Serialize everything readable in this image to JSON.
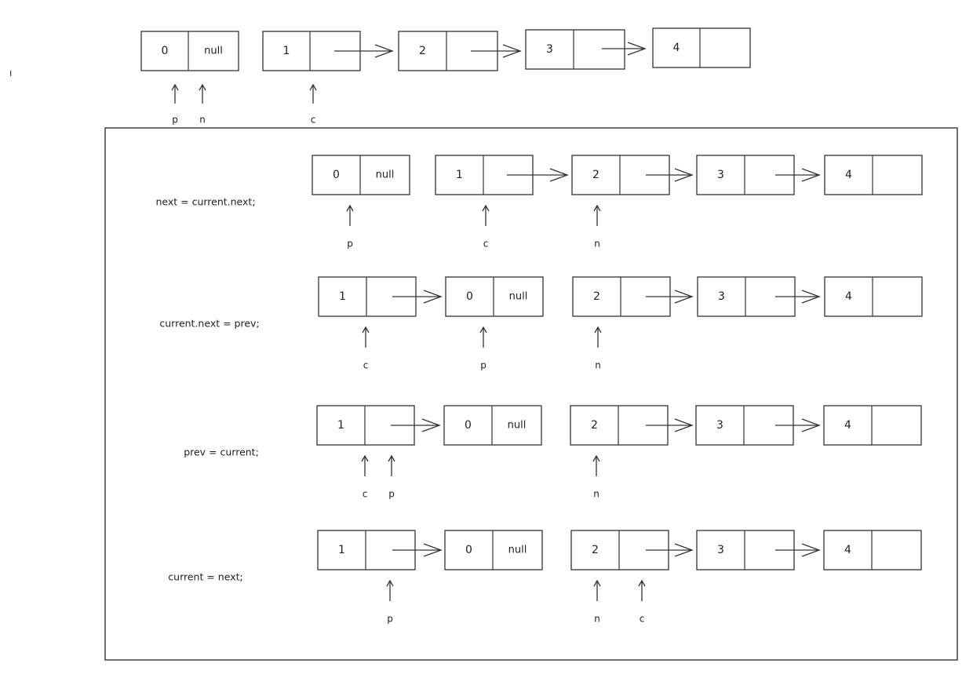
{
  "stray_mark": "ı",
  "initial": {
    "nodes": [
      {
        "value": "0",
        "next": "null"
      },
      {
        "value": "1",
        "next": ""
      },
      {
        "value": "2",
        "next": ""
      },
      {
        "value": "3",
        "next": ""
      },
      {
        "value": "4",
        "next": ""
      }
    ],
    "pointers": [
      "p",
      "n",
      "c"
    ]
  },
  "steps": [
    {
      "code": "next = current.next;",
      "nodes": [
        {
          "value": "0",
          "next": "null"
        },
        {
          "value": "1",
          "next": ""
        },
        {
          "value": "2",
          "next": ""
        },
        {
          "value": "3",
          "next": ""
        },
        {
          "value": "4",
          "next": ""
        }
      ],
      "pointers": [
        "p",
        "c",
        "n"
      ]
    },
    {
      "code": "current.next = prev;",
      "nodes": [
        {
          "value": "1",
          "next": ""
        },
        {
          "value": "0",
          "next": "null"
        },
        {
          "value": "2",
          "next": ""
        },
        {
          "value": "3",
          "next": ""
        },
        {
          "value": "4",
          "next": ""
        }
      ],
      "pointers": [
        "c",
        "p",
        "n"
      ]
    },
    {
      "code": "prev = current;",
      "nodes": [
        {
          "value": "1",
          "next": ""
        },
        {
          "value": "0",
          "next": "null"
        },
        {
          "value": "2",
          "next": ""
        },
        {
          "value": "3",
          "next": ""
        },
        {
          "value": "4",
          "next": ""
        }
      ],
      "pointers": [
        "c",
        "p",
        "n"
      ]
    },
    {
      "code": "current = next;",
      "nodes": [
        {
          "value": "1",
          "next": ""
        },
        {
          "value": "0",
          "next": "null"
        },
        {
          "value": "2",
          "next": ""
        },
        {
          "value": "3",
          "next": ""
        },
        {
          "value": "4",
          "next": ""
        }
      ],
      "pointers": [
        "p",
        "n",
        "c"
      ]
    }
  ],
  "colors": {
    "stroke": "#333333",
    "text": "#222222",
    "background": "#ffffff"
  }
}
